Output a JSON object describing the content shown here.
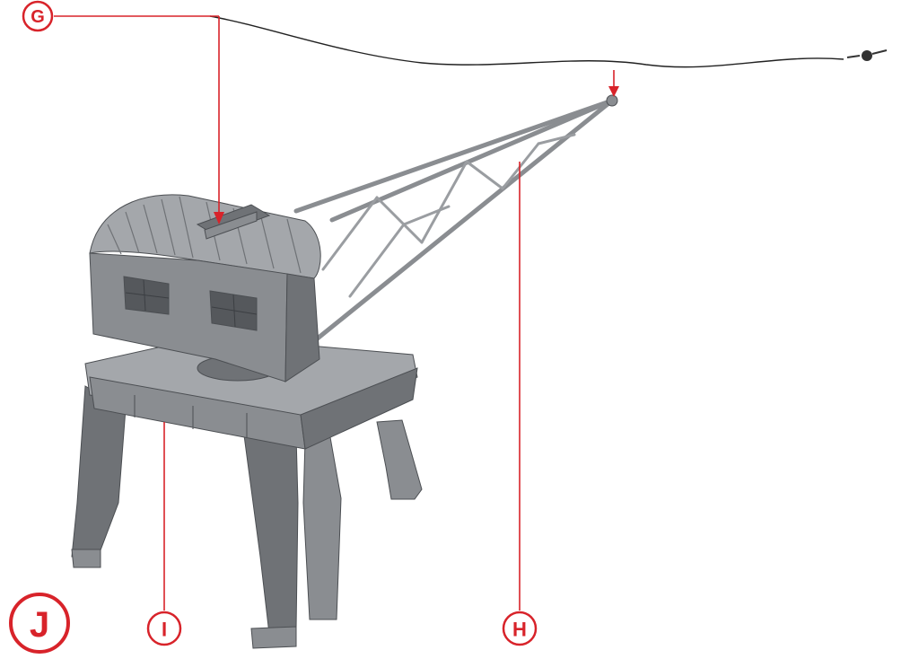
{
  "callouts": {
    "g": "G",
    "h": "H",
    "i": "I",
    "j": "J"
  },
  "colors": {
    "accent": "#d8232a",
    "model_gray": "#8a8d91"
  }
}
